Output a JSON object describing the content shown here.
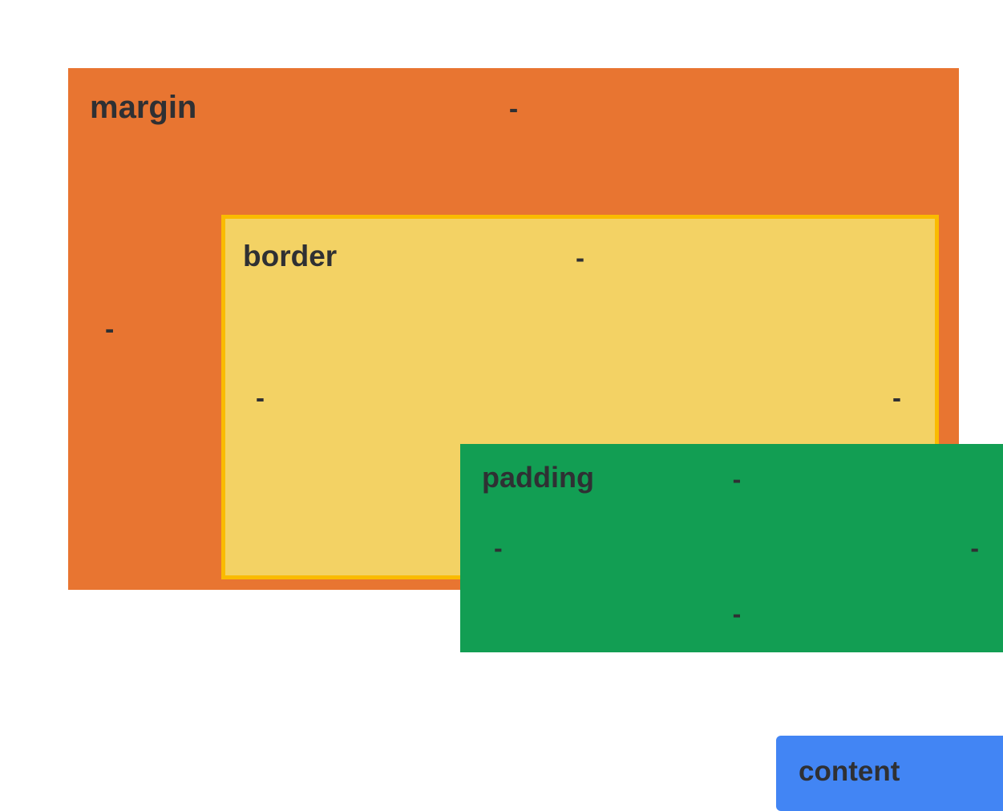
{
  "diagram": {
    "type": "css-box-model",
    "background": "#ffffff",
    "label_color": "#2f3033",
    "unset_value": "-",
    "dimension_separator": "x",
    "layers": [
      {
        "id": "margin",
        "label": "margin",
        "color": "#e87531",
        "edges": {
          "top": "-",
          "right": "-",
          "bottom": "-",
          "left": "-"
        }
      },
      {
        "id": "border",
        "label": "border",
        "color": "#f3d264",
        "ring_color": "#fabb00",
        "edges": {
          "top": "-",
          "right": "-",
          "bottom": "-",
          "left": "-"
        }
      },
      {
        "id": "padding",
        "label": "padding",
        "color": "#129e53",
        "edges": {
          "top": "-",
          "right": "-",
          "bottom": "-",
          "left": "-"
        }
      },
      {
        "id": "content",
        "label": "content",
        "color": "#4285f4",
        "width": "-",
        "height": "-"
      }
    ]
  }
}
